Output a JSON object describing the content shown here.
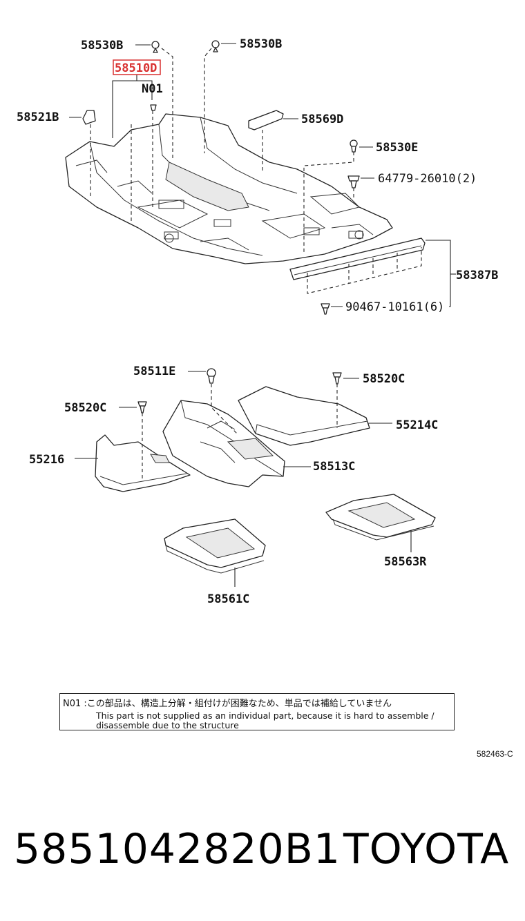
{
  "labels": {
    "l58530b_left": "58530B",
    "l58530b_right": "58530B",
    "l58510d": "58510D",
    "ln01": "N01",
    "l58521b": "58521B",
    "l58569d": "58569D",
    "l58530e": "58530E",
    "l64779": "64779-26010(2)",
    "l58387b": "58387B",
    "l90467": "90467-10161(6)",
    "l58511e": "58511E",
    "l58520c_right": "58520C",
    "l58520c_left": "58520C",
    "l55214c": "55214C",
    "l55216": "55216",
    "l58513c": "58513C",
    "l58563r": "58563R",
    "l58561c": "58561C"
  },
  "highlight_color": "#d93030",
  "note": {
    "line1": "N01 :この部品は、構造上分解・組付けが困難なため、単品では補給していません",
    "line2": "This part is not supplied as an individual part, because it is hard to assemble /",
    "line3": "disassemble due to the structure"
  },
  "ref_code": "582463-C",
  "footer": {
    "part_number": "5851042820B1",
    "brand": "TOYOTA"
  }
}
